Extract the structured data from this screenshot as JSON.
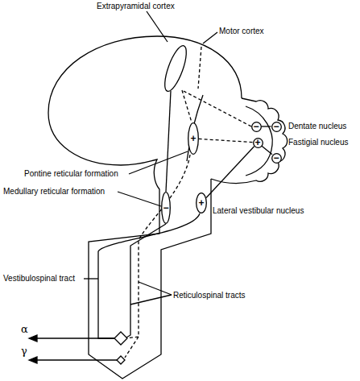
{
  "diagram": {
    "nodes": [
      {
        "text": [
          "−"
        ]
      },
      {
        "text": [
          "−"
        ]
      },
      {
        "text": [
          "+"
        ]
      },
      {
        "text": [
          "+"
        ]
      },
      {
        "text": [
          "−"
        ]
      },
      {
        "text": [
          "+"
        ]
      },
      {
        "text": [
          "−"
        ]
      }
    ],
    "edges": [
      {
        "from": 1,
        "to": 0,
        "arrow": "none"
      },
      {
        "from": 4,
        "to": 3,
        "arrow": "none"
      },
      {
        "from": 3,
        "to": 2,
        "arrow": "none"
      },
      {
        "from": 3,
        "to": 5,
        "arrow": "none"
      }
    ],
    "labels": [
      "Extrapyramidal cortex",
      "Motor cortex",
      "Dentate nucleus",
      "Fastigial nucleus",
      "Pontine reticular formation",
      "Medullary reticular formation",
      "Lateral vestibular nucleus",
      "Vestibulospinal tract",
      "Reticulospinal tracts",
      "α",
      "γ"
    ]
  }
}
